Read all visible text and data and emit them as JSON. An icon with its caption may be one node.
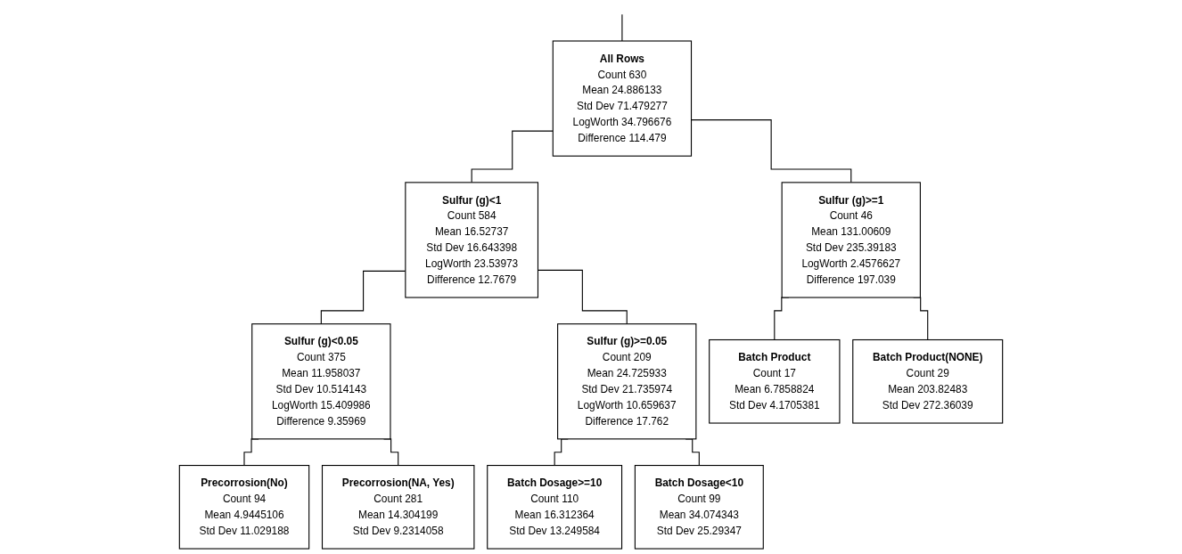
{
  "diagram": {
    "nodes": [
      {
        "text": [
          "All Rows",
          "Count",
          "630",
          "Mean",
          "24.886133",
          "Std Dev",
          "71.479277",
          "LogWorth",
          "34.796676",
          "Difference",
          "114.479"
        ]
      },
      {
        "text": [
          "Sulfur (g)<1",
          "Count",
          "584",
          "Mean",
          "16.52737",
          "Std Dev",
          "16.643398",
          "LogWorth",
          "23.53973",
          "Difference",
          "12.7679"
        ]
      },
      {
        "text": [
          "Sulfur (g)>=1",
          "Count",
          "46",
          "Mean",
          "131.00609",
          "Std Dev",
          "235.39183",
          "LogWorth",
          "2.4576627",
          "Difference",
          "197.039"
        ]
      },
      {
        "text": [
          "Sulfur (g)<0.05",
          "Count",
          "375",
          "Mean",
          "11.958037",
          "Std Dev",
          "10.514143",
          "LogWorth",
          "15.409986",
          "Difference",
          "9.35969"
        ]
      },
      {
        "text": [
          "Sulfur (g)>=0.05",
          "Count",
          "209",
          "Mean",
          "24.725933",
          "Std Dev",
          "21.735974",
          "LogWorth",
          "10.659637",
          "Difference",
          "17.762"
        ]
      },
      {
        "text": [
          "Batch Product",
          "Count",
          "17",
          "Mean",
          "6.7858824",
          "Std Dev",
          "4.1705381"
        ]
      },
      {
        "text": [
          "Batch Product(NONE)",
          "Count",
          "29",
          "Mean",
          "203.82483",
          "Std Dev",
          "272.36039"
        ]
      },
      {
        "text": [
          "Precorrosion(No)",
          "Count",
          "94",
          "Mean",
          "4.9445106",
          "Std Dev",
          "11.029188"
        ]
      },
      {
        "text": [
          "Precorrosion(NA, Yes)",
          "Count",
          "281",
          "Mean",
          "14.304199",
          "Std Dev",
          "9.2314058"
        ]
      },
      {
        "text": [
          "Batch Dosage>=10",
          "Count",
          "110",
          "Mean",
          "16.312364",
          "Std Dev",
          "13.249584"
        ]
      },
      {
        "text": [
          "Batch Dosage<10",
          "Count",
          "99",
          "Mean",
          "34.074343",
          "Std Dev",
          "25.29347"
        ]
      }
    ],
    "edges": [
      {
        "from": null,
        "to": 0,
        "arrow": "none"
      },
      {
        "from": 0,
        "to": 1,
        "arrow": "none"
      },
      {
        "from": 0,
        "to": 2,
        "arrow": "none"
      },
      {
        "from": 1,
        "to": 3,
        "arrow": "none"
      },
      {
        "from": 1,
        "to": 4,
        "arrow": "none"
      },
      {
        "from": 2,
        "to": 5,
        "arrow": "none"
      },
      {
        "from": 2,
        "to": 6,
        "arrow": "none"
      },
      {
        "from": 3,
        "to": 7,
        "arrow": "none"
      },
      {
        "from": 3,
        "to": 8,
        "arrow": "none"
      },
      {
        "from": 4,
        "to": 9,
        "arrow": "none"
      },
      {
        "from": 4,
        "to": 10,
        "arrow": "none"
      }
    ]
  }
}
